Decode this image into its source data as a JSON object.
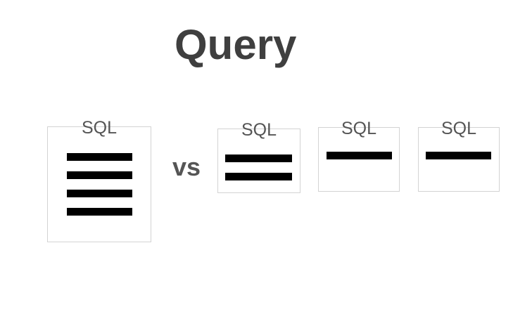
{
  "title": "Query",
  "separator": "vs",
  "boxes": [
    {
      "label": "SQL",
      "lines": 4
    },
    {
      "label": "SQL",
      "lines": 2
    },
    {
      "label": "SQL",
      "lines": 1
    },
    {
      "label": "SQL",
      "lines": 1
    }
  ]
}
